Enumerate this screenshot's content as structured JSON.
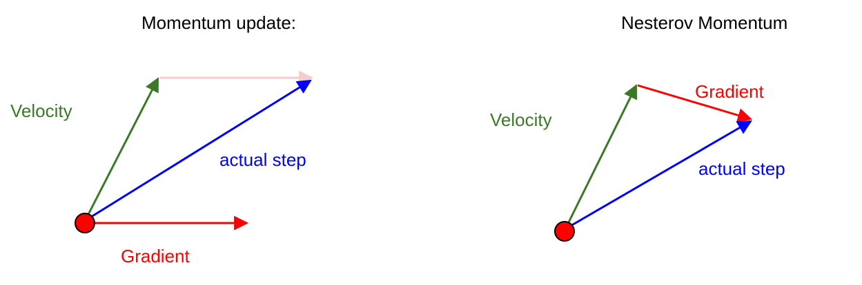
{
  "left_diagram": {
    "title": "Momentum update:",
    "velocity_label": "Velocity",
    "actual_step_label": "actual step",
    "gradient_label": "Gradient"
  },
  "right_diagram": {
    "title": "Nesterov Momentum",
    "velocity_label": "Velocity",
    "actual_step_label": "actual step",
    "gradient_label": "Gradient"
  },
  "colors": {
    "velocity": "#3a7a27",
    "gradient": "#ff0000",
    "actual_step": "#0000ff",
    "ghost_gradient": "#f4cccc",
    "origin_fill": "#ff0000",
    "text": "#000000"
  }
}
